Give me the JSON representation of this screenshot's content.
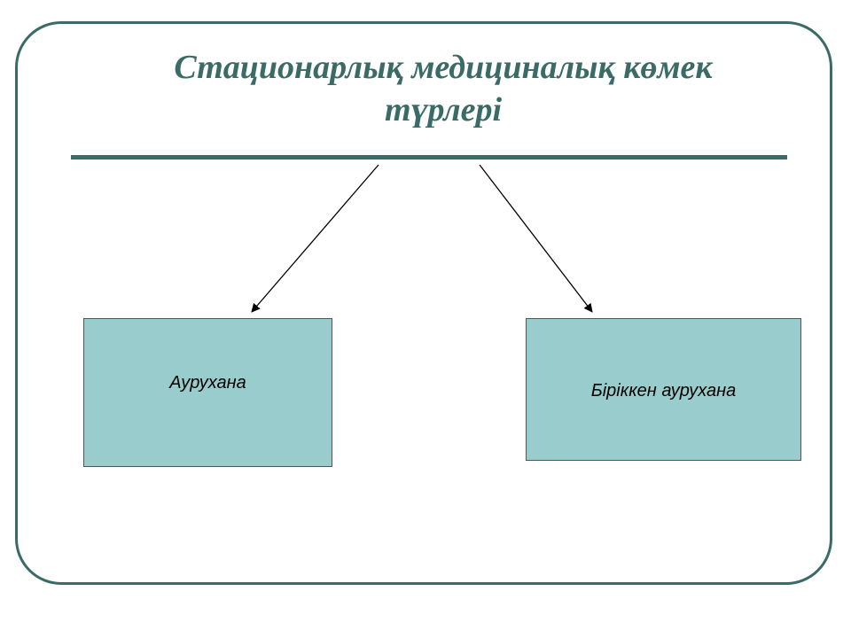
{
  "slide": {
    "title_line1": "Стационарлық медициналық көмек",
    "title_line2": "түрлері"
  },
  "diagram": {
    "nodes": [
      {
        "id": "left",
        "label": "Аурухана"
      },
      {
        "id": "right",
        "label": "Біріккен аурухана"
      }
    ],
    "edges": [
      {
        "from": "title",
        "to": "left"
      },
      {
        "from": "title",
        "to": "right"
      }
    ],
    "colors": {
      "title": "#3b6b66",
      "frame": "#3b6b66",
      "box_fill": "#99cccc",
      "box_border": "#555555",
      "arrow": "#000000"
    }
  }
}
